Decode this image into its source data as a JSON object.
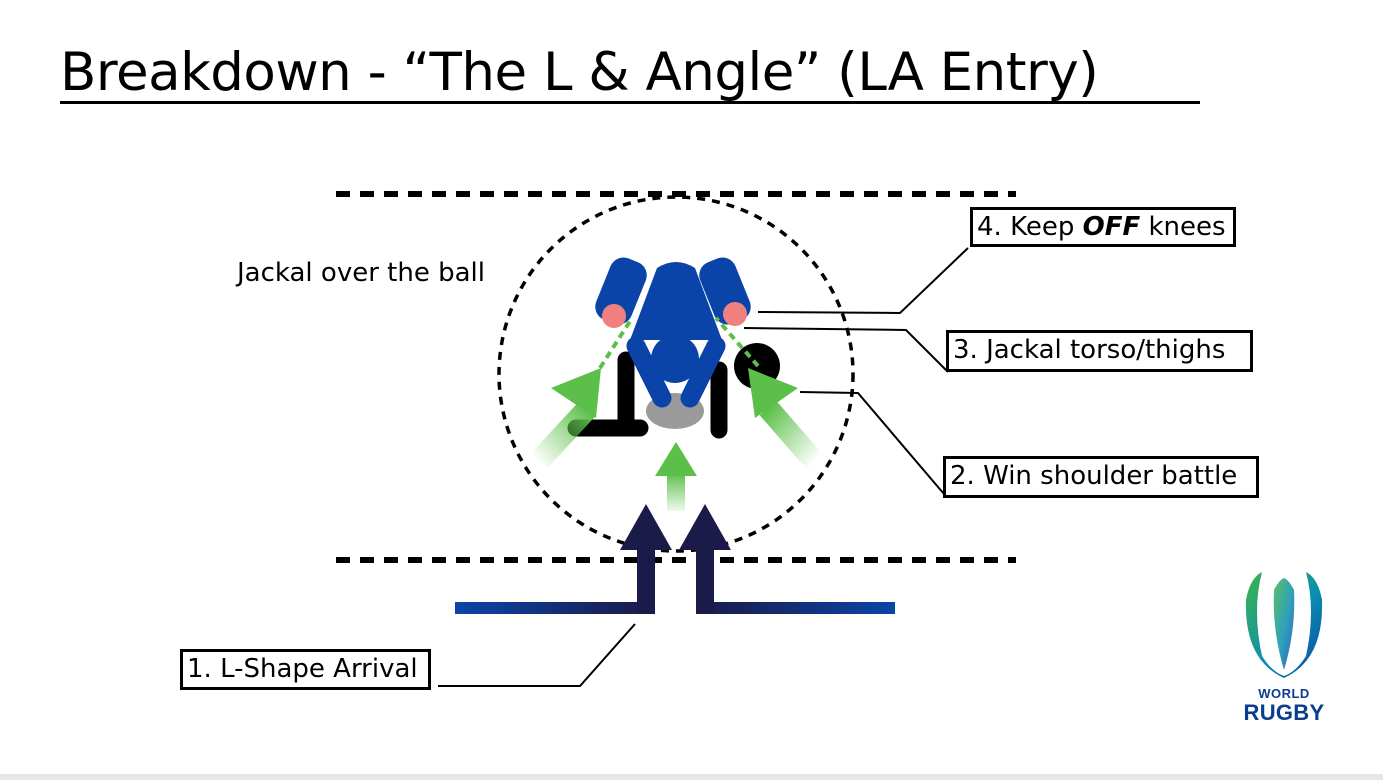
{
  "slide": {
    "title": "Breakdown - “The L & Angle” (LA Entry)",
    "annotation": "Jackal over the ball",
    "callouts": {
      "one": "1. L-Shape Arrival",
      "two": "2. Win shoulder battle",
      "three": "3. Jackal torso/thighs",
      "four_prefix": "4. Keep ",
      "four_emphasis": "OFF",
      "four_suffix": " knees"
    },
    "logo": {
      "line1": "WORLD",
      "line2": "RUGBY"
    }
  },
  "colors": {
    "jackal_blue": "#0b44a8",
    "arrival_navy": "#1b1b4a",
    "support_green": "#5cbf4a",
    "hands_pink": "#f08080",
    "ball_grey": "#9a9a9a",
    "tackled_player_black": "#000000"
  }
}
